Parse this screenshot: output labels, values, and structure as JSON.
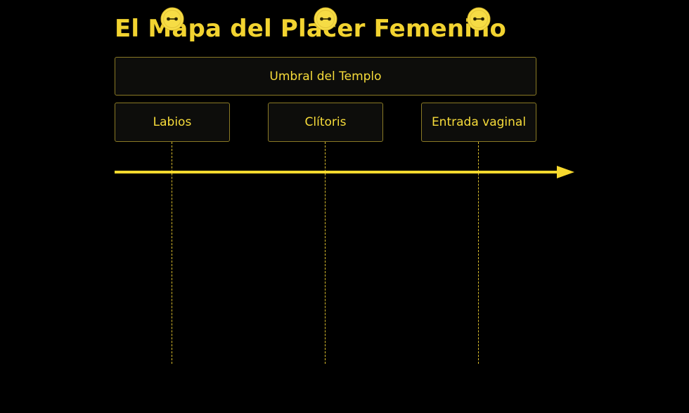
{
  "title": "El Mapa del Placer Femenino",
  "header_box": {
    "label": "Umbral del Templo"
  },
  "participants": [
    {
      "label": "Labios",
      "icon": "button-icon"
    },
    {
      "label": "Clítoris",
      "icon": "button-icon"
    },
    {
      "label": "Entrada vaginal",
      "icon": "button-icon"
    }
  ],
  "colors": {
    "background": "#000000",
    "accent": "#f2d330",
    "box_fill": "#0d0d0b",
    "box_border": "#8a7a25"
  }
}
